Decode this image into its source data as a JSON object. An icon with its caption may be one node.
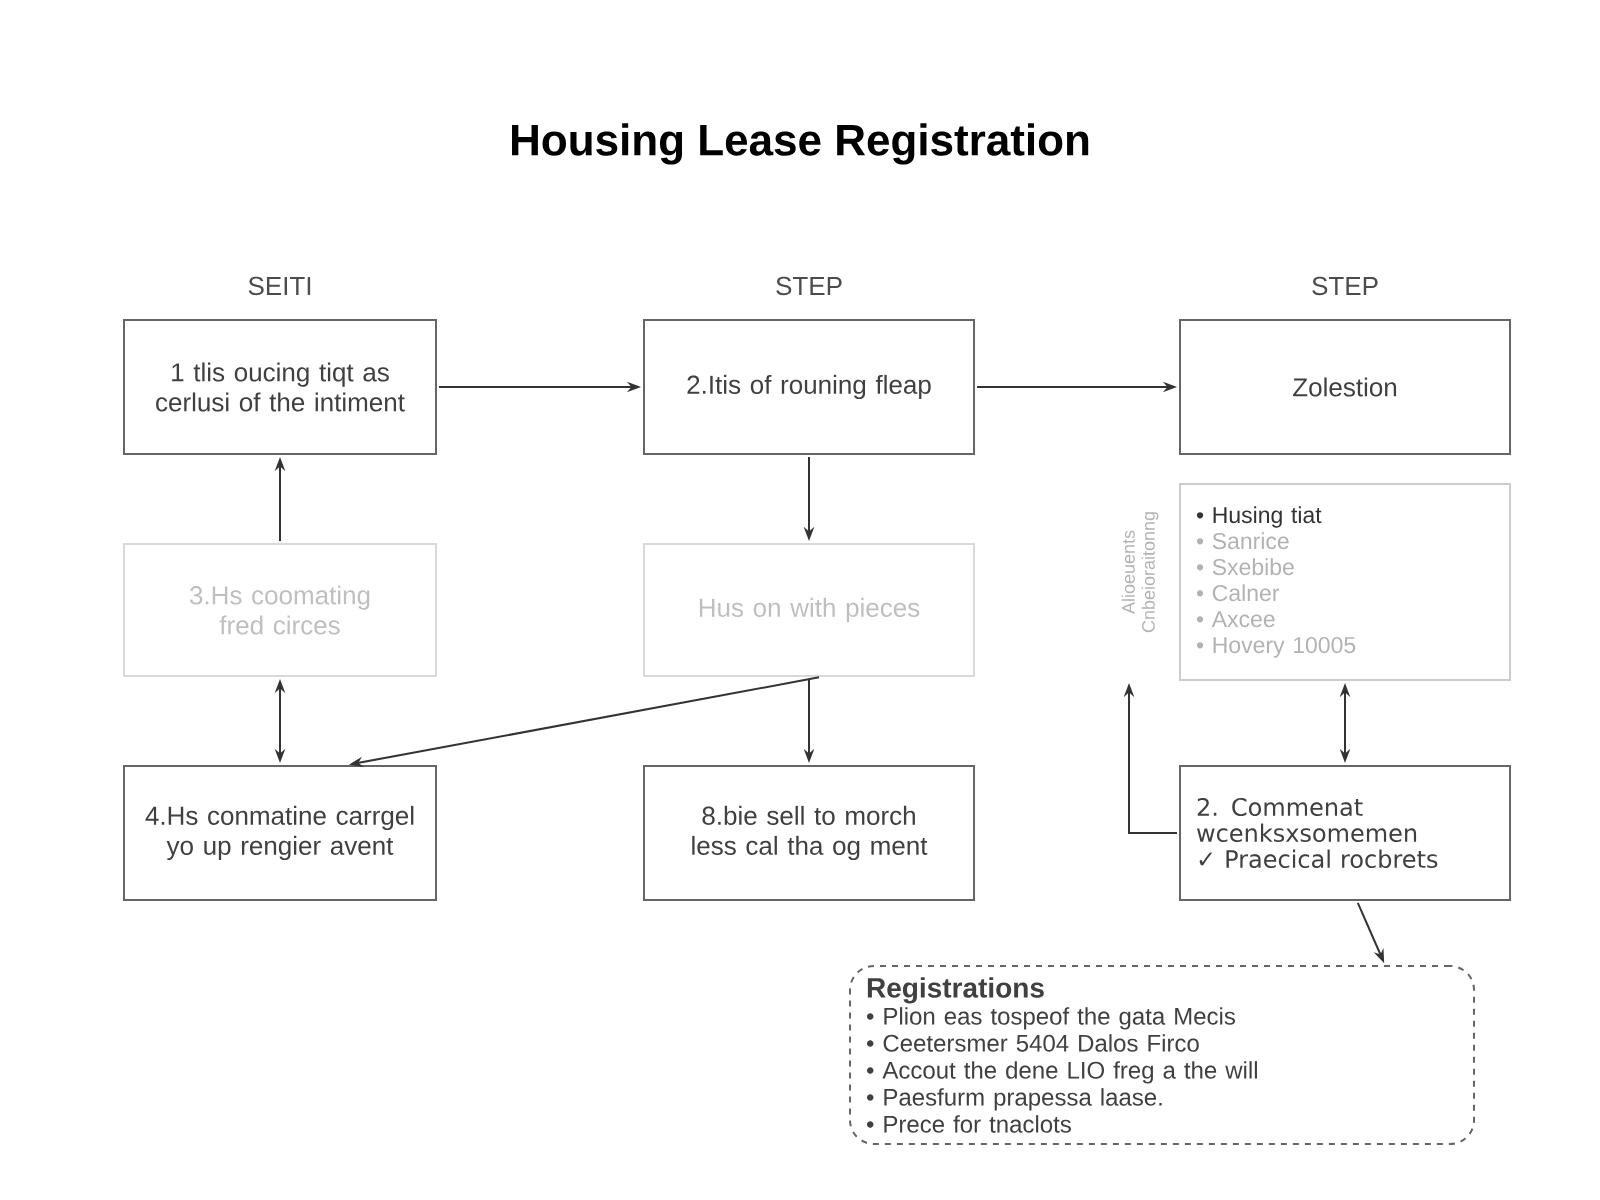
{
  "diagram": {
    "title": "Housing Lease Registration",
    "nodes": [
      {
        "text": [
          "1 tlis oucing tiqt as cerlusi of the intiment"
        ],
        "beside": [
          "SEITI"
        ]
      },
      {
        "text": [
          "2.Itis of rouning fleap"
        ],
        "beside": [
          "STEP"
        ]
      },
      {
        "text": [
          "Zolestion"
        ],
        "beside": [
          "STEP"
        ]
      },
      {
        "text": [
          "3.Hs coomating fred circes"
        ]
      },
      {
        "text": [
          "Hus on with pieces"
        ]
      },
      {
        "text": [
          "• Husing tiat",
          "• Sanrice",
          "• Sxebibe",
          "• Calner",
          "• Axcee",
          "• Hovery 10005"
        ],
        "beside": [
          "Alioeuents Cnbeioraitonng"
        ]
      },
      {
        "text": [
          "4.Hs conmatine carrgel yo up rengier avent"
        ]
      },
      {
        "text": [
          "8.bie sell to morch less cal tha og ment"
        ]
      },
      {
        "text": [
          "2. Commenat wcenksxsomemen",
          "✓ Praecical rocbrets"
        ]
      },
      {
        "text": [
          "Registrations",
          "• Plion eas tospeof the gata Mecis",
          "• Ceetersmer 5404 Dalos Firco",
          "• Accout the dene LIO freg a the will",
          "• Paesfurm prapessa laase.",
          "• Prece for tnaclots"
        ]
      }
    ],
    "edges": [
      {
        "from": 0,
        "to": 1,
        "arrow": "to"
      },
      {
        "from": 1,
        "to": 2,
        "arrow": "to"
      },
      {
        "from": 1,
        "to": 4,
        "arrow": "to"
      },
      {
        "from": 3,
        "to": 0,
        "arrow": "to"
      },
      {
        "from": 3,
        "to": 6,
        "arrow": "both"
      },
      {
        "from": 4,
        "to": 6,
        "arrow": "to"
      },
      {
        "from": 4,
        "to": 7,
        "arrow": "to"
      },
      {
        "from": 5,
        "to": 8,
        "arrow": "both"
      },
      {
        "from": 8,
        "to": 5,
        "arrow": "to"
      },
      {
        "from": 8,
        "to": 9,
        "arrow": "to"
      }
    ]
  }
}
